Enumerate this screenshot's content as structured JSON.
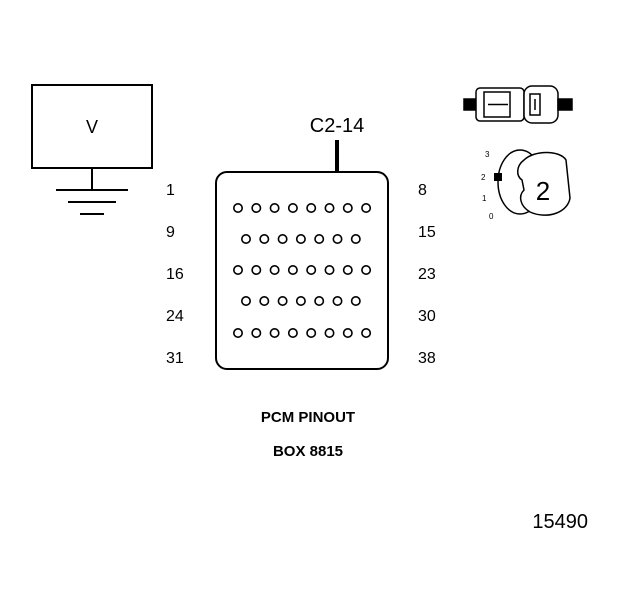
{
  "meter": {
    "label": "V"
  },
  "callout": {
    "label": "C2-14"
  },
  "connector": {
    "rows": [
      {
        "left": "1",
        "right": "8",
        "pins": 8
      },
      {
        "left": "9",
        "right": "15",
        "pins": 7
      },
      {
        "left": "16",
        "right": "23",
        "pins": 8
      },
      {
        "left": "24",
        "right": "30",
        "pins": 7
      },
      {
        "left": "31",
        "right": "38",
        "pins": 8
      }
    ]
  },
  "selector": {
    "position": "2",
    "scale": [
      "3",
      "2",
      "1",
      "0"
    ]
  },
  "caption": {
    "line1": "PCM PINOUT",
    "line2": "BOX 8815"
  },
  "figure_number": "15490"
}
